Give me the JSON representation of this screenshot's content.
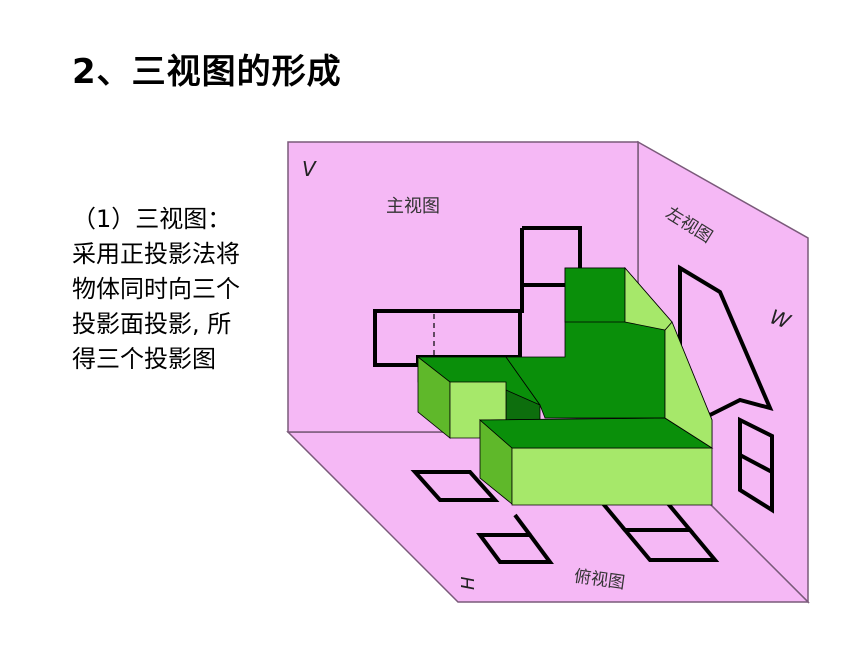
{
  "title": "2、三视图的形成",
  "description": "（1）三视图：采用正投影法将物体同时向三个投影面投影, 所得三个投影图",
  "diagram": {
    "plane_v_label": "V",
    "plane_w_label": "W",
    "plane_h_label": "H",
    "front_view_label": "主视图",
    "left_view_label": "左视图",
    "top_view_label": "俯视图",
    "colors": {
      "planes": "#f5b8f5",
      "plane_edge": "#7a5a7a",
      "solid_top": "#0a8f0a",
      "solid_front": "#a6e86a",
      "solid_side": "#5fb82a",
      "projection_line": "#000000"
    }
  }
}
